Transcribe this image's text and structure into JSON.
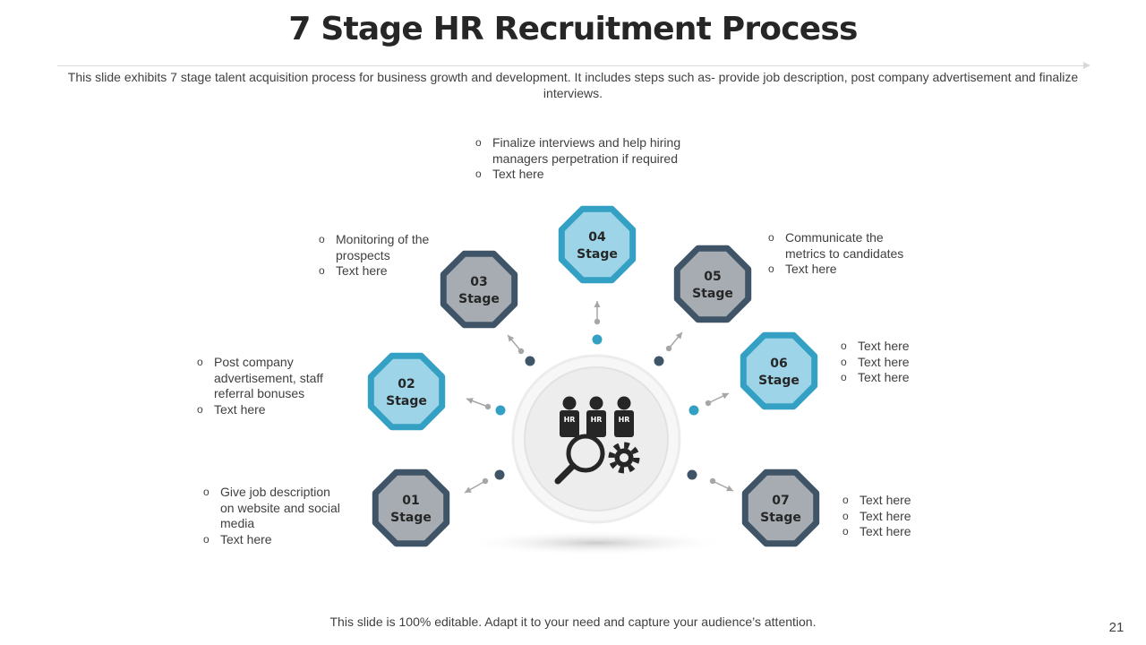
{
  "slide": {
    "title": "7 Stage HR Recruitment Process",
    "subtitle": "This slide exhibits 7 stage talent acquisition process for business growth and development. It includes steps such as- provide job description, post company advertisement and finalize interviews.",
    "footer": "This slide is 100% editable. Adapt it to your need and capture your audience’s attention.",
    "page_number": "21"
  },
  "center": {
    "icon": "hr-recruitment-icon"
  },
  "stages": [
    {
      "number": "01",
      "word": "Stage",
      "style": "dark",
      "notes": [
        "Give job description on website and social media",
        "Text here"
      ]
    },
    {
      "number": "02",
      "word": "Stage",
      "style": "light",
      "notes": [
        "Post company advertisement, staff referral bonuses",
        "Text here"
      ]
    },
    {
      "number": "03",
      "word": "Stage",
      "style": "dark",
      "notes": [
        "Monitoring of the prospects",
        "Text here"
      ]
    },
    {
      "number": "04",
      "word": "Stage",
      "style": "light",
      "notes": [
        "Finalize interviews and help hiring managers perpetration if required",
        "Text here"
      ]
    },
    {
      "number": "05",
      "word": "Stage",
      "style": "dark",
      "notes": [
        "Communicate the metrics to candidates",
        "Text here"
      ]
    },
    {
      "number": "06",
      "word": "Stage",
      "style": "light",
      "notes": [
        "Text here",
        "Text here",
        "Text here"
      ]
    },
    {
      "number": "07",
      "word": "Stage",
      "style": "dark",
      "notes": [
        "Text here",
        "Text here",
        "Text here"
      ]
    }
  ],
  "colors": {
    "dark_ring": "#3f5466",
    "dark_fill": "#a6acb1",
    "light_ring": "#33a0c4",
    "light_fill": "#9dd4e8",
    "connector": "#a6a6a6",
    "icon": "#262626"
  }
}
